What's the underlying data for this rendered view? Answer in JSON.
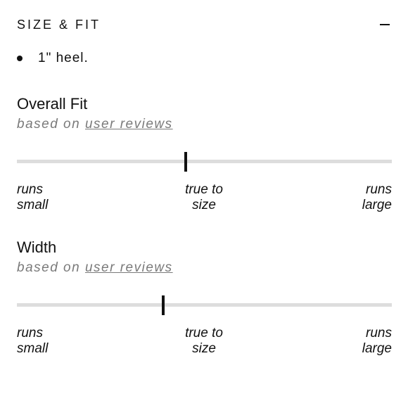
{
  "section": {
    "title": "SIZE & FIT"
  },
  "details": [
    "1\" heel."
  ],
  "fit_scales": [
    {
      "title": "Overall Fit",
      "subtitle_prefix": "based on ",
      "subtitle_link": "user reviews",
      "value_fraction": 0.45,
      "labels": {
        "left": [
          "runs",
          "small"
        ],
        "center": [
          "true to",
          "size"
        ],
        "right": [
          "runs",
          "large"
        ]
      }
    },
    {
      "title": "Width",
      "subtitle_prefix": "based on ",
      "subtitle_link": "user reviews",
      "value_fraction": 0.39,
      "labels": {
        "left": [
          "runs",
          "small"
        ],
        "center": [
          "true to",
          "size"
        ],
        "right": [
          "runs",
          "large"
        ]
      }
    }
  ]
}
